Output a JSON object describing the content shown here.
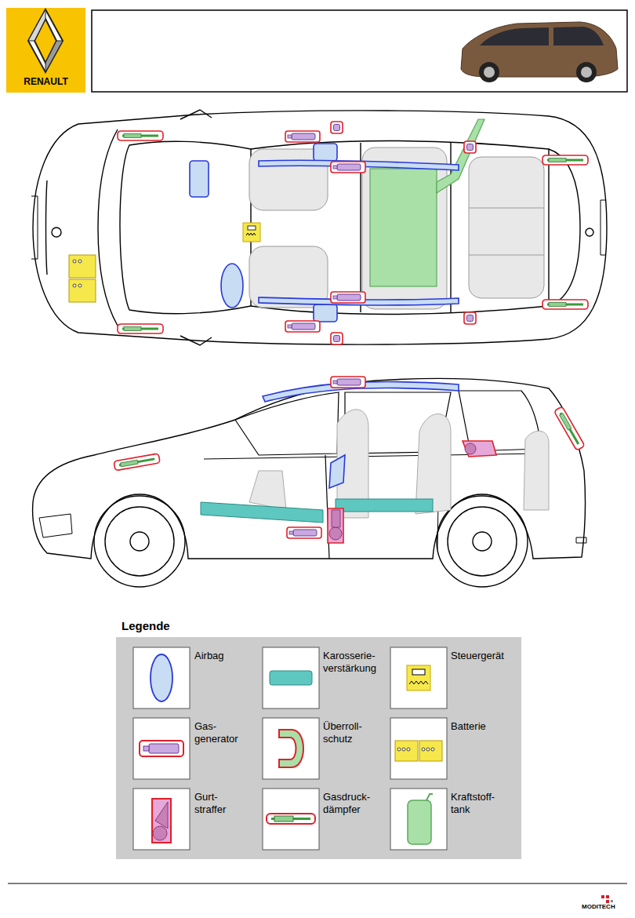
{
  "diagram": {
    "labels": [
      "RENAULT",
      "Legende",
      "MODITECH"
    ],
    "legend": [
      {
        "text": "Airbag"
      },
      {
        "text": "Karosserie- verstärkung"
      },
      {
        "text": "Steuergerät"
      },
      {
        "text": "Gas- generator"
      },
      {
        "text": "Überroll- schutz"
      },
      {
        "text": "Batterie"
      },
      {
        "text": "Gurt- straffer"
      },
      {
        "text": "Gasdruck- dämpfer"
      },
      {
        "text": "Kraftstoff- tank"
      }
    ]
  }
}
